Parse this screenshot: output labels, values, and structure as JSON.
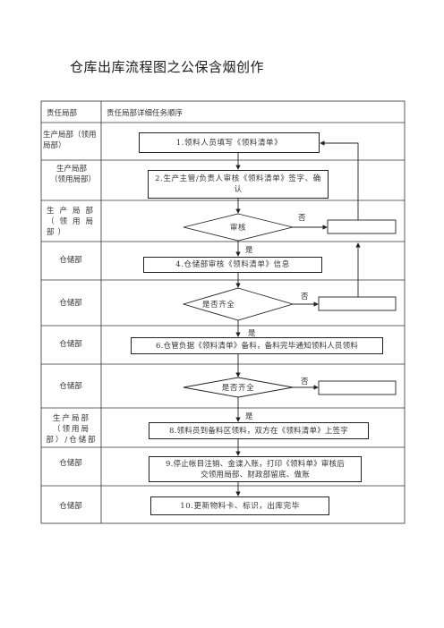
{
  "title": "仓库出库流程图之公保含烟创作",
  "header": {
    "col1": "责任局部",
    "col2": "责任局部详细任务顺序"
  },
  "rows": [
    {
      "dept": "生产局部（领用局部）"
    },
    {
      "dept": "生产局部（领用局部）"
    },
    {
      "dept": "生产局部（领用局部）"
    },
    {
      "dept": "仓储部"
    },
    {
      "dept": "仓储部"
    },
    {
      "dept": "仓储部"
    },
    {
      "dept": "仓储部"
    },
    {
      "dept": "生产局部（领用局部）/仓储部"
    },
    {
      "dept": "仓储部"
    },
    {
      "dept": "仓储部"
    }
  ],
  "steps": {
    "s1": "1.领料人员填写《领料清单》",
    "s2": "2.生产主管/负责人审核《领料清单》签字、确认",
    "d1": "审核",
    "s4": "4.仓储部审核《领料清单》信息",
    "d2": "是否齐全",
    "s6": "6.仓管负据《领料清单》备料，备料完毕通知领料人员领料",
    "d3": "是否齐全",
    "s8": "8.领料员到备料区领料，双方在《领料清单》上签字",
    "s9": "9.停止帐目注销、金谍入账，打印《领料单》审核后交领用局部、财政部留底、做账",
    "s10": "10.更新物料卡、标识，出库完毕"
  },
  "labels": {
    "yes": "是",
    "no": "否"
  }
}
